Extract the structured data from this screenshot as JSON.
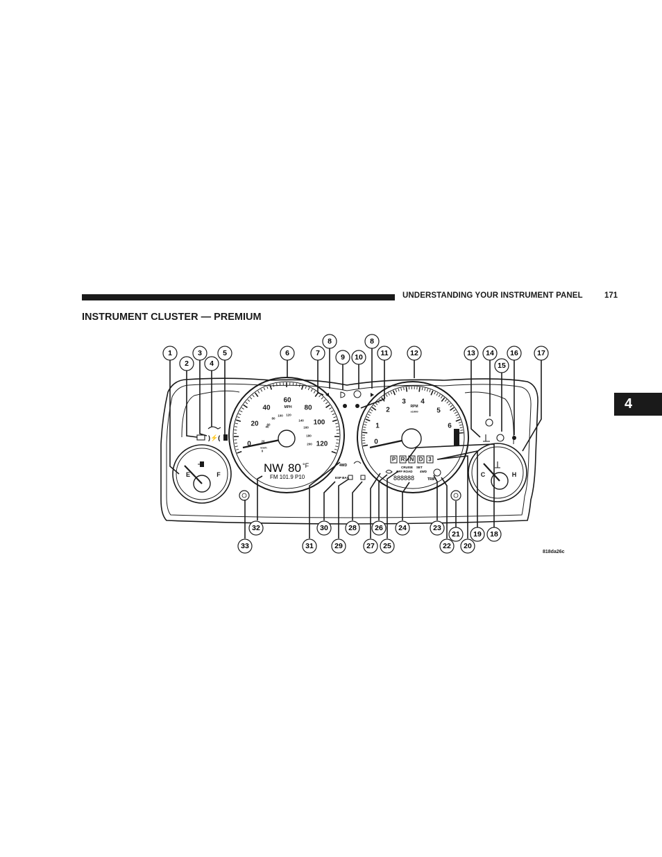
{
  "header": {
    "running_title": "UNDERSTANDING YOUR INSTRUMENT PANEL",
    "page_number": "171"
  },
  "section_title": "INSTRUMENT CLUSTER — PREMIUM",
  "chapter_tab": "4",
  "figure": {
    "code": "818da26c",
    "callouts": [
      "1",
      "2",
      "3",
      "4",
      "5",
      "6",
      "7",
      "8",
      "9",
      "10",
      "8",
      "11",
      "12",
      "13",
      "14",
      "15",
      "16",
      "17",
      "32",
      "30",
      "28",
      "26",
      "24",
      "23",
      "21",
      "19",
      "18",
      "33",
      "31",
      "29",
      "27",
      "25",
      "22",
      "20"
    ],
    "fuel_gauge": {
      "empty_label": "E",
      "full_label": "F"
    },
    "speedometer": {
      "unit": "MPH",
      "mph_labels": [
        "0",
        "20",
        "40",
        "60",
        "80",
        "100",
        "120"
      ],
      "kmh_labels": [
        "0",
        "20",
        "40",
        "60",
        "80",
        "100",
        "120",
        "140",
        "160",
        "180",
        "200"
      ],
      "kmh_unit": "km/h"
    },
    "tachometer": {
      "unit": "RPM",
      "multiplier": "x1000",
      "labels": [
        "0",
        "1",
        "2",
        "3",
        "4",
        "5",
        "6"
      ]
    },
    "temp_gauge": {
      "cold_label": "C",
      "hot_label": "H"
    },
    "display": {
      "compass": "NW",
      "temperature": "80",
      "temp_unit": "°F",
      "radio": "FM 101.9 P10",
      "odometer": "888888",
      "trip_label": "TRIP"
    },
    "prndl": [
      "P",
      "R",
      "N",
      "D",
      "3"
    ],
    "indicators": {
      "four_wd": "4WD",
      "esp_bas": "ESP BAS",
      "cruise": "CRUISE",
      "set": "SET",
      "off_road": "OFF ROAD",
      "four_wd_small": "4WD"
    }
  }
}
